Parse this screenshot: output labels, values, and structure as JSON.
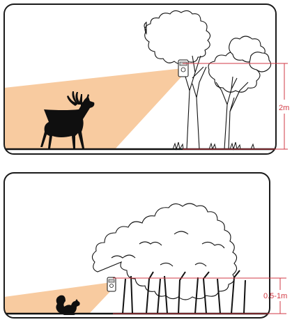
{
  "scenes": [
    {
      "subject": "deer-silhouette",
      "height_label": "2m"
    },
    {
      "subject": "squirrel-silhouette",
      "height_label": "0.5-1m"
    }
  ],
  "colors": {
    "beam": "#f8cba0",
    "measure_line": "#d23a44",
    "frame": "#1a1a1a",
    "ground": "#111111",
    "animal": "#0f0f0f"
  },
  "icons": [
    "trail-camera-icon",
    "deer-icon",
    "squirrel-icon",
    "tree-icon"
  ]
}
